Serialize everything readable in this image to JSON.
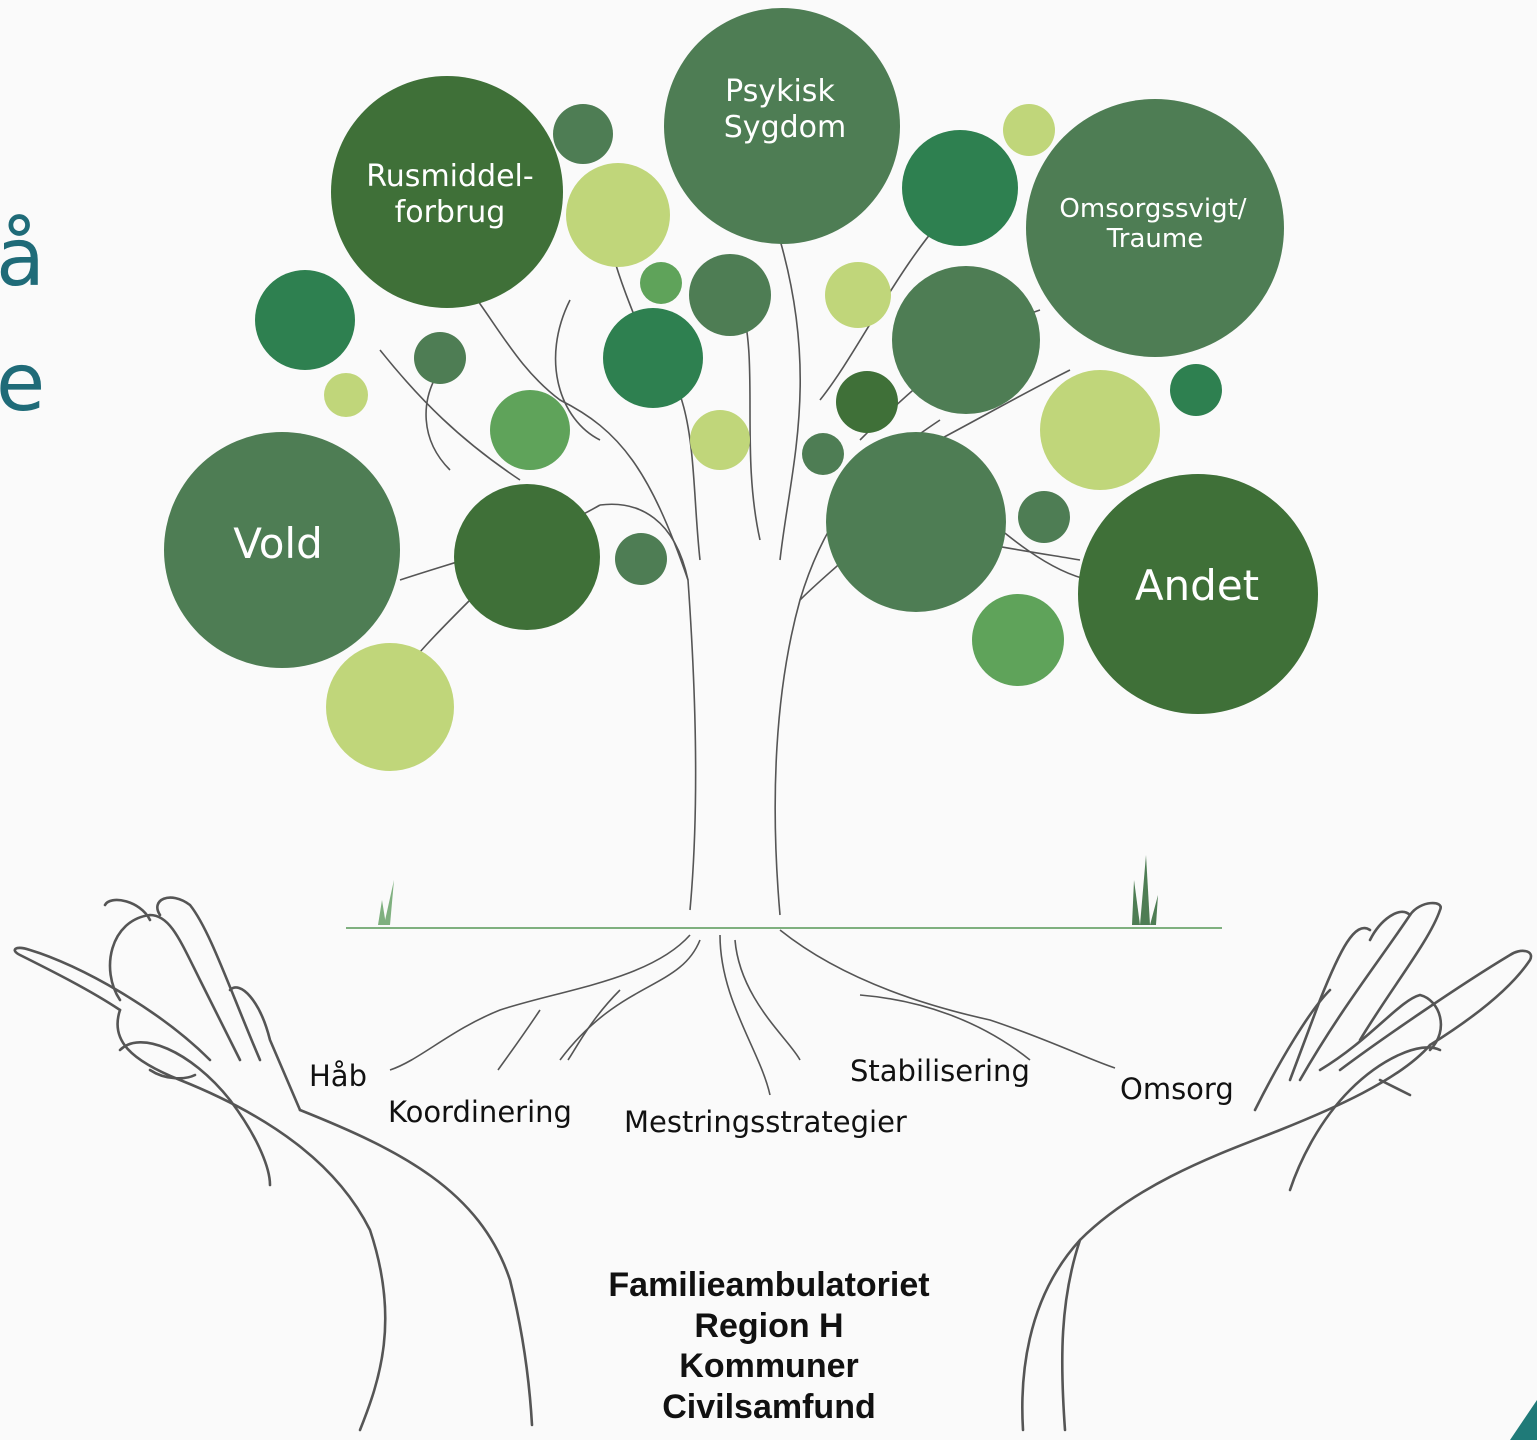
{
  "slide_text": {
    "line1": "å",
    "line2": "e"
  },
  "colors": {
    "dark_green": "#3f7038",
    "mid_green": "#4e7d54",
    "teal_green": "#2e8050",
    "bright_green": "#5fa35a",
    "light_green": "#c0d67a",
    "ground": "#7fb07f",
    "trunk_stroke": "#555555",
    "accent_teal": "#1f7a78"
  },
  "tree": {
    "circles": {
      "vold": "Vold",
      "rusmiddel_line1": "Rusmiddel-",
      "rusmiddel_line2": "forbrug",
      "psykisk_line1": "Psykisk",
      "psykisk_line2": "Sygdom",
      "omsorgssvigt_line1": "Omsorgssvigt/",
      "omsorgssvigt_line2": "Traume",
      "andet": "Andet"
    }
  },
  "roots": {
    "haab": "Håb",
    "koordinering": "Koordinering",
    "mestring": "Mestringsstrategier",
    "stabilisering": "Stabilisering",
    "omsorg": "Omsorg"
  },
  "organizations": [
    "Familieambulatoriet",
    "Region H",
    "Kommuner",
    "Civilsamfund"
  ]
}
